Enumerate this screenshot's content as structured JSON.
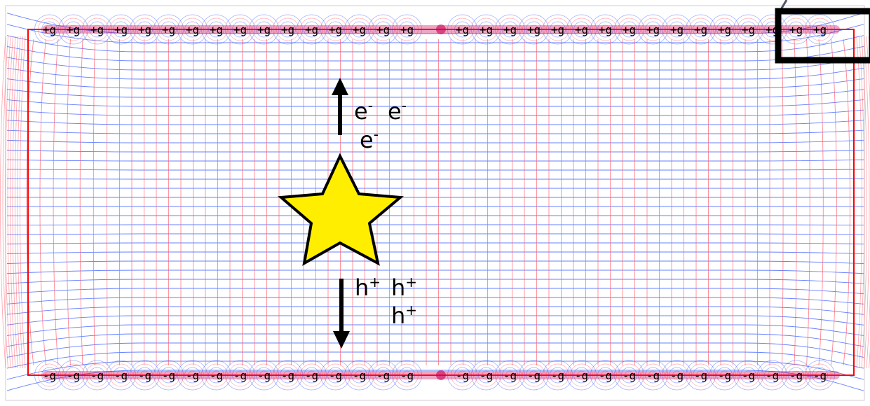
{
  "colors": {
    "field_lines": "#3355ff",
    "equipotential_lines": "#ff5566",
    "electrode_glow": "#cc0055",
    "electrode_core": "#ff0022",
    "detector_border": "#ff0000",
    "star_fill": "#ffee00",
    "star_stroke": "#000000",
    "arrow": "#000000"
  },
  "electrodes": {
    "top_label_pattern": "+g",
    "bottom_label_pattern": "-g",
    "top_count_left": 16,
    "top_count_right": 16,
    "bottom_count_left": 16,
    "bottom_count_right": 16
  },
  "carriers": {
    "electrons": [
      {
        "base": "e",
        "charge": "-"
      },
      {
        "base": "e",
        "charge": "-"
      },
      {
        "base": "e",
        "charge": "-"
      }
    ],
    "holes": [
      {
        "base": "h",
        "charge": "+"
      },
      {
        "base": "h",
        "charge": "+"
      },
      {
        "base": "h",
        "charge": "+"
      }
    ]
  },
  "icons": {
    "interaction_point": "star-icon",
    "electron_drift": "arrow-up-icon",
    "hole_drift": "arrow-down-icon",
    "zoom_region": "highlight-box-icon"
  }
}
